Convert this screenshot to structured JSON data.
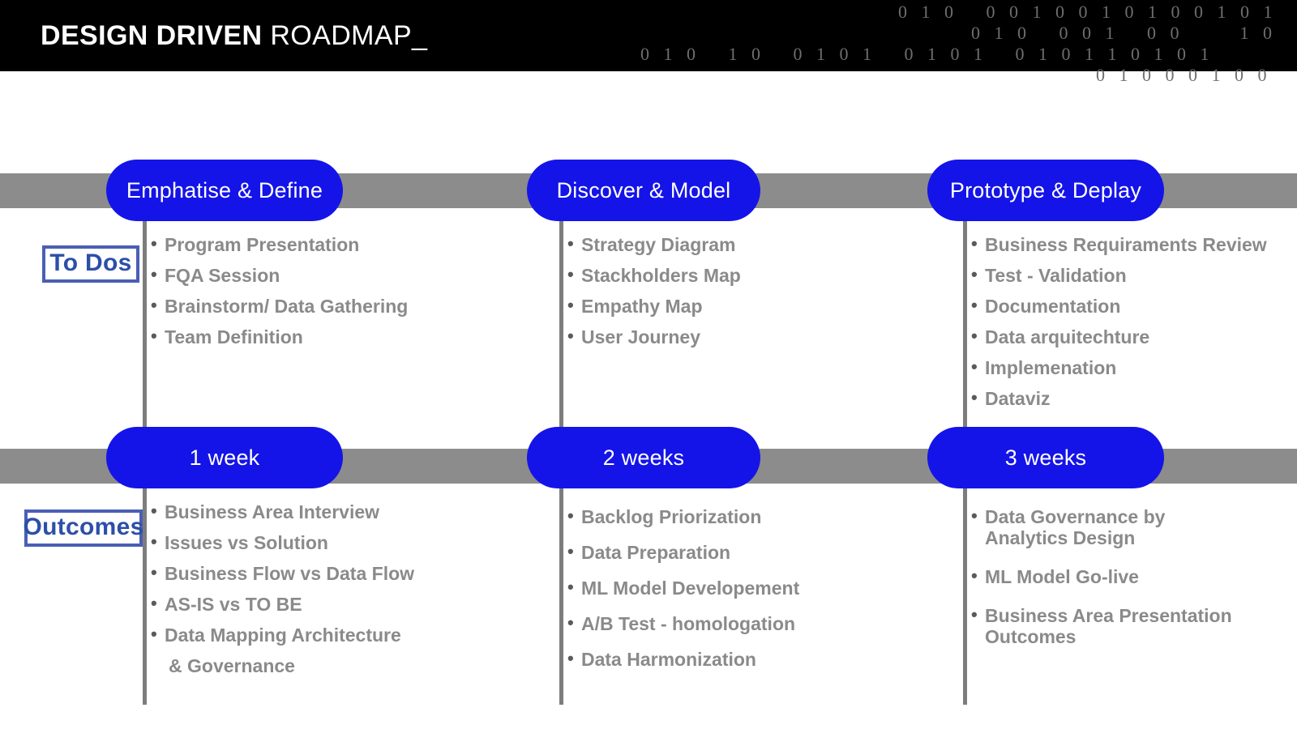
{
  "header": {
    "title_bold": "DESIGN DRIVEN",
    "title_light": " ROADMAP_",
    "binary_rows": [
      "0 1 0   0 0 1 0 0 1 0 1 0 0 1 0 1",
      "0 1 0   0 0 1   0 0      1 0",
      "0 1 0   1 0   0 1 0 1   0 1 0 1   0 1 0 1 1 0 1 0 1",
      "0 1 0 0 0 1 0 0"
    ]
  },
  "row_labels": {
    "todos": "To Dos",
    "outcomes": "Outcomes"
  },
  "colors": {
    "pill_blue": "#1414E8",
    "band_gray": "#8C8C8C",
    "label_blue": "#2C4FA8",
    "label_border": "#4A5FB4",
    "bullet_text": "#8A8A8A",
    "header_black": "#000000"
  },
  "columns": [
    {
      "phase": "Emphatise & Define",
      "duration": "1 week",
      "todos": [
        "Program Presentation",
        "FQA Session",
        "Brainstorm/ Data Gathering",
        "Team Definition"
      ],
      "outcomes": [
        "Business Area Interview",
        "Issues vs Solution",
        "Business Flow vs Data Flow",
        "AS-IS vs TO BE",
        "Data Mapping Architecture"
      ],
      "outcomes_cont": "& Governance"
    },
    {
      "phase": "Discover & Model",
      "duration": "2 weeks",
      "todos": [
        "Strategy Diagram",
        "Stackholders Map",
        "Empathy Map",
        "User Journey"
      ],
      "outcomes": [
        "Backlog Priorization",
        "Data Preparation",
        "ML Model Developement",
        "A/B Test - homologation",
        "Data Harmonization"
      ],
      "outcomes_cont": ""
    },
    {
      "phase": "Prototype & Deplay",
      "duration": "3 weeks",
      "todos": [
        "Business Requiraments Review",
        "Test - Validation",
        "Documentation",
        "Data arquitechture",
        "Implemenation",
        " Dataviz"
      ],
      "outcomes": [
        "Data Governance by\nAnalytics Design",
        "ML Model Go-live",
        "Business Area Presentation\nOutcomes"
      ],
      "outcomes_cont": ""
    }
  ]
}
